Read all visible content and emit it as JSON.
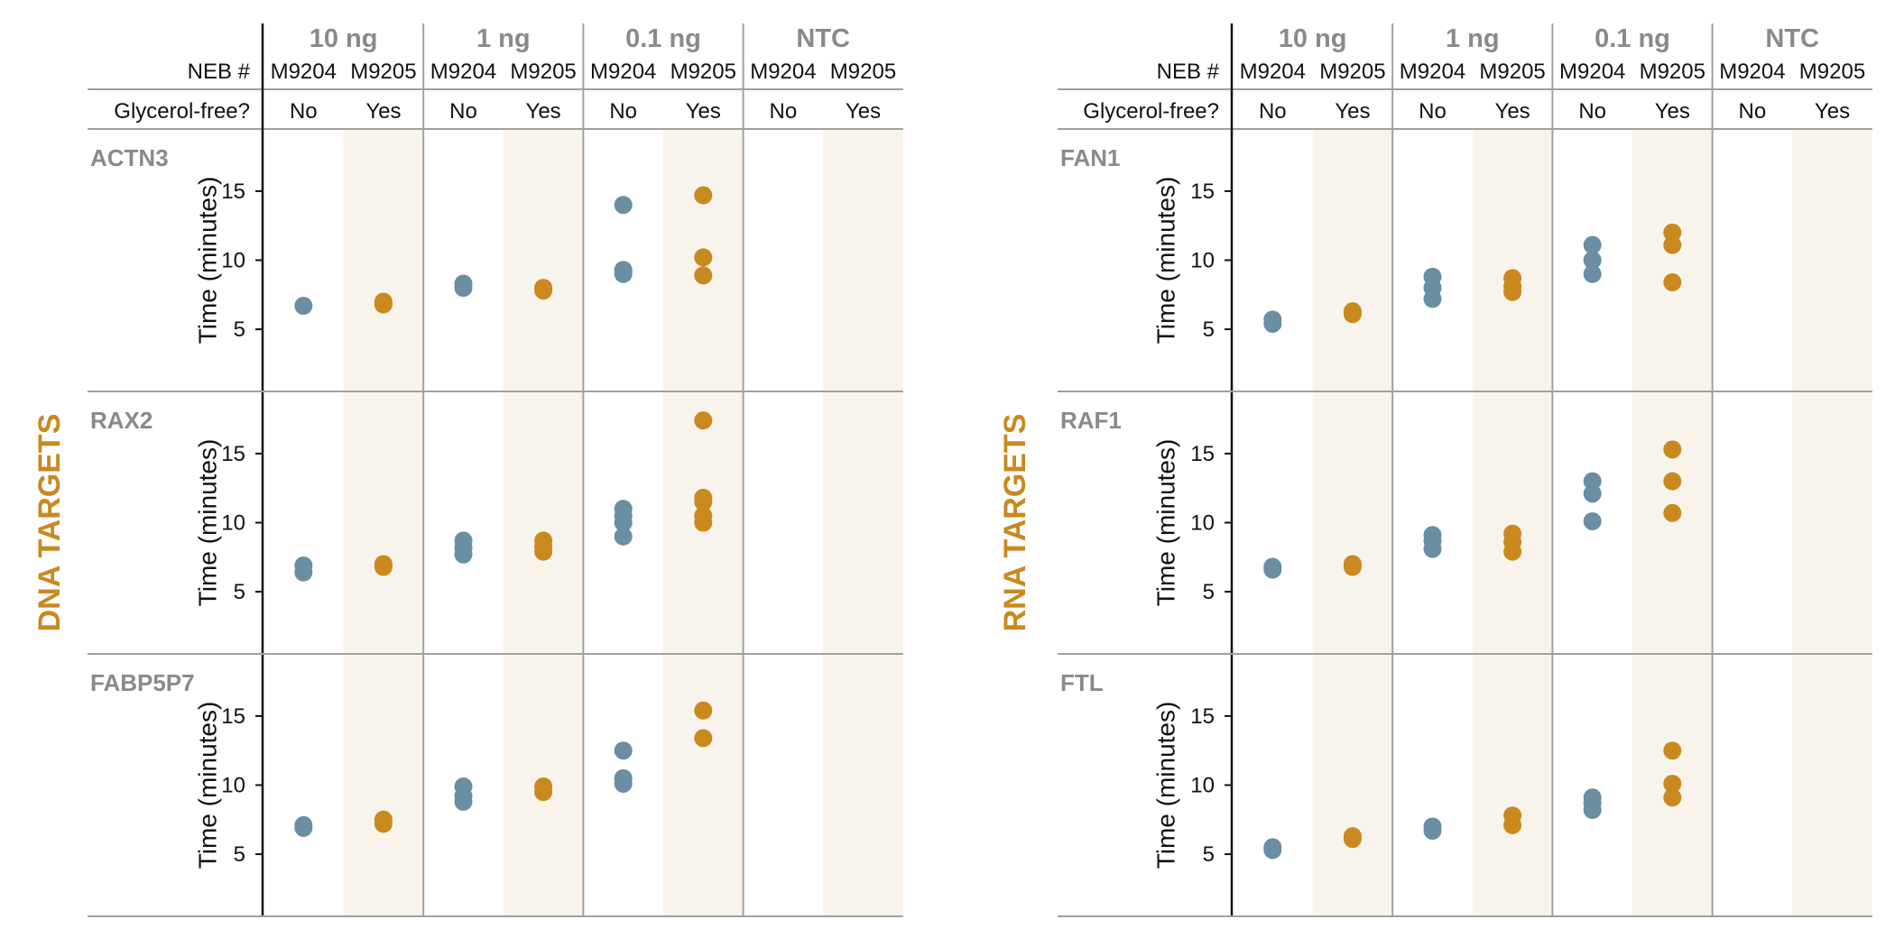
{
  "chart_data": [
    {
      "type": "scatter",
      "side_label": "DNA TARGETS",
      "header": {
        "concentrations": [
          "10 ng",
          "1 ng",
          "0.1 ng",
          "NTC"
        ],
        "row1_label": "NEB #",
        "row1": [
          "M9204",
          "M9205",
          "M9204",
          "M9205",
          "M9204",
          "M9205",
          "M9204",
          "M9205"
        ],
        "row2_label": "Glycerol-free?",
        "row2": [
          "No",
          "Yes",
          "No",
          "Yes",
          "No",
          "Yes",
          "No",
          "Yes"
        ]
      },
      "ylabel": "Time (minutes)",
      "yticks": [
        5,
        10,
        15
      ],
      "ylim": [
        0.5,
        19.5
      ],
      "panels": [
        {
          "gene": "ACTN3",
          "points": [
            [
              6.7
            ],
            [
              6.8,
              7.0
            ],
            [
              8.0,
              8.3
            ],
            [
              7.8,
              8.0
            ],
            [
              9.0,
              9.3,
              14.0
            ],
            [
              8.9,
              10.2,
              14.7
            ],
            [],
            []
          ]
        },
        {
          "gene": "RAX2",
          "points": [
            [
              6.4,
              6.9
            ],
            [
              6.8,
              7.0
            ],
            [
              7.7,
              8.2,
              8.7
            ],
            [
              7.9,
              8.3,
              8.7
            ],
            [
              9.0,
              10.0,
              10.5,
              11.0
            ],
            [
              10.0,
              10.5,
              11.5,
              11.8,
              17.4
            ],
            [],
            []
          ]
        },
        {
          "gene": "FABP5P7",
          "points": [
            [
              6.9,
              7.1
            ],
            [
              7.2,
              7.5
            ],
            [
              8.8,
              9.2,
              9.9
            ],
            [
              9.5,
              9.9
            ],
            [
              10.1,
              10.5,
              12.5
            ],
            [
              13.4,
              15.4
            ],
            [],
            []
          ]
        }
      ]
    },
    {
      "type": "scatter",
      "side_label": "RNA TARGETS",
      "header": {
        "concentrations": [
          "10 ng",
          "1 ng",
          "0.1 ng",
          "NTC"
        ],
        "row1_label": "NEB #",
        "row1": [
          "M9204",
          "M9205",
          "M9204",
          "M9205",
          "M9204",
          "M9205",
          "M9204",
          "M9205"
        ],
        "row2_label": "Glycerol-free?",
        "row2": [
          "No",
          "Yes",
          "No",
          "Yes",
          "No",
          "Yes",
          "No",
          "Yes"
        ]
      },
      "ylabel": "Time (minutes)",
      "yticks": [
        5,
        10,
        15
      ],
      "ylim": [
        0.5,
        19.5
      ],
      "panels": [
        {
          "gene": "FAN1",
          "points": [
            [
              5.4,
              5.7
            ],
            [
              6.1,
              6.3
            ],
            [
              7.2,
              8.0,
              8.8
            ],
            [
              7.7,
              8.1,
              8.7
            ],
            [
              9.0,
              10.0,
              11.1
            ],
            [
              8.4,
              11.1,
              12.0
            ],
            [],
            []
          ]
        },
        {
          "gene": "RAF1",
          "points": [
            [
              6.6,
              6.8
            ],
            [
              6.8,
              7.0
            ],
            [
              8.1,
              8.7,
              9.1
            ],
            [
              7.9,
              8.6,
              9.2
            ],
            [
              10.1,
              12.1,
              13.0
            ],
            [
              10.7,
              13.0,
              15.3
            ],
            [],
            []
          ]
        },
        {
          "gene": "FTL",
          "points": [
            [
              5.3,
              5.5
            ],
            [
              6.1,
              6.3
            ],
            [
              6.7,
              7.0
            ],
            [
              7.1,
              7.8
            ],
            [
              8.2,
              8.7,
              9.1
            ],
            [
              9.1,
              10.1,
              12.5
            ],
            [],
            []
          ]
        }
      ]
    }
  ],
  "colors": {
    "M9204": "#6a8ea3",
    "M9205": "#c9891f",
    "shade": "#f8f4ec",
    "side_label": "#c9891f",
    "header_text": "#8a8a8a",
    "rule": "#a0a0a0"
  }
}
